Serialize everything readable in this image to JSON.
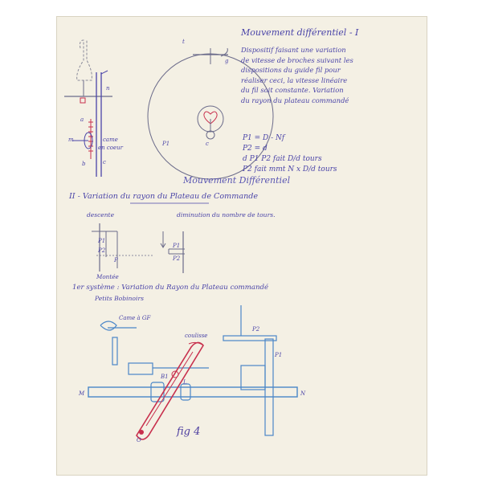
{
  "header": {
    "title": "Mouvement différentiel - I",
    "paragraph": [
      "Dispositif faisant une variation",
      "de vitesse de broches suivant les",
      "dispositions du guide fil pour",
      "réaliser ceci, la vitesse linéaire",
      "du fil soit constante. Variation",
      "du rayon du plateau commandé"
    ],
    "formulas": [
      "P1 = D - Nf",
      "P2 = d",
      "d P1 P2 fait  D/d tours",
      "P2 fait mmt  N x D/d tours"
    ]
  },
  "fig1_labels": {
    "t": "t",
    "g": "g",
    "n": "n",
    "a": "a",
    "m": "m",
    "b": "b",
    "c": "c",
    "came": "came",
    "en_coeur": "en coeur",
    "p1": "P1",
    "c2": "c"
  },
  "section2": {
    "title": "Mouvement Différentiel",
    "heading": "II - Variation du rayon du Plateau de Commande",
    "descente": "descente",
    "diminution": "diminution du nombre de tours.",
    "montee": "Montée",
    "p": "P",
    "p1": "P1",
    "p2": "P2",
    "p1b": "P1",
    "p2b": "P2"
  },
  "system": {
    "line1": "1er système : Variation du Rayon du Plateau commandé",
    "line2": "Petits Bobinoirs"
  },
  "fig2_labels": {
    "came": "Came à GF",
    "coulisse": "coulisse",
    "p2": "P2",
    "p1": "P1",
    "m": "M",
    "n": "N",
    "b1": "B1",
    "l": "L",
    "o": "O",
    "fig": "fig 4"
  },
  "colors": {
    "paper": "#f4f0e4",
    "ink_blue": "#4a44a8",
    "ink_pencil": "#6b6b8a",
    "ink_red": "#c8304d"
  }
}
